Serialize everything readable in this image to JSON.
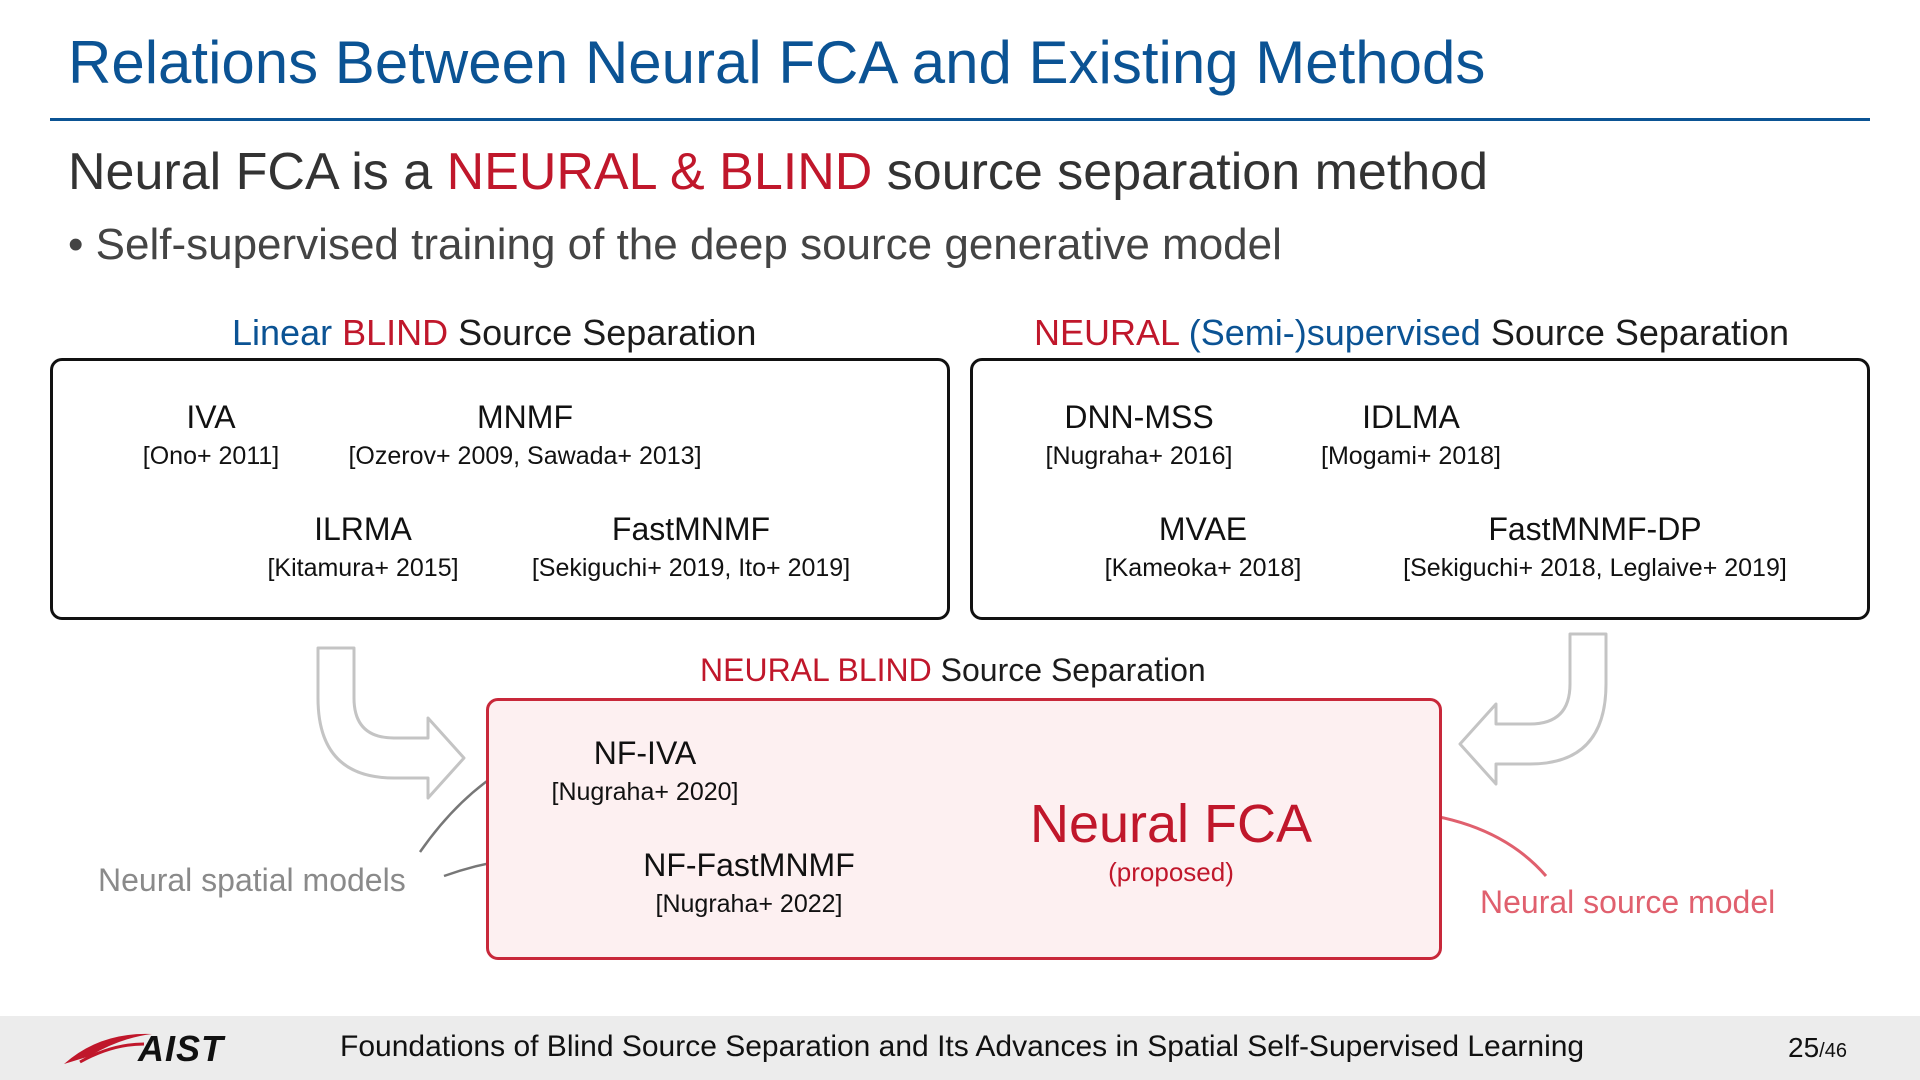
{
  "title": "Relations Between Neural FCA and Existing Methods",
  "headline": {
    "part1": "Neural FCA is a ",
    "part2": "NEURAL & BLIND",
    "part3": " source separation method"
  },
  "bullet": "Self-supervised training of the deep source generative model",
  "linear_section": {
    "label_part1": "Linear",
    "label_part2": "BLIND",
    "label_part3": "Source Separation",
    "methods": [
      {
        "name": "IVA",
        "cite": "[Ono+ 2011]"
      },
      {
        "name": "MNMF",
        "cite": "[Ozerov+ 2009, Sawada+ 2013]"
      },
      {
        "name": "ILRMA",
        "cite": "[Kitamura+ 2015]"
      },
      {
        "name": "FastMNMF",
        "cite": "[Sekiguchi+ 2019, Ito+ 2019]"
      }
    ]
  },
  "supervised_section": {
    "label_part1": "NEURAL",
    "label_part2": "(Semi-)supervised",
    "label_part3": "Source Separation",
    "methods": [
      {
        "name": "DNN-MSS",
        "cite": "[Nugraha+ 2016]"
      },
      {
        "name": "IDLMA",
        "cite": "[Mogami+ 2018]"
      },
      {
        "name": "MVAE",
        "cite": "[Kameoka+ 2018]"
      },
      {
        "name": "FastMNMF-DP",
        "cite": "[Sekiguchi+ 2018, Leglaive+ 2019]"
      }
    ]
  },
  "neural_blind_section": {
    "label_part1": "NEURAL BLIND",
    "label_part2": "Source Separation",
    "methods": [
      {
        "name": "NF-IVA",
        "cite": "[Nugraha+ 2020]"
      },
      {
        "name": "NF-FastMNMF",
        "cite": "[Nugraha+ 2022]"
      }
    ],
    "highlight": {
      "name": "Neural FCA",
      "note": "(proposed)"
    }
  },
  "side_labels": {
    "spatial": "Neural spatial models",
    "source": "Neural source model"
  },
  "footer": {
    "logo": "AIST",
    "text": "Foundations of Blind Source Separation and Its Advances in Spatial Self-Supervised Learning",
    "page": "25",
    "total": "/46"
  },
  "colors": {
    "title_blue": "#0b5394",
    "accent_red": "#c0172b",
    "arrow_gray": "#c4c4c4",
    "side_label_gray": "#8a8a8a",
    "source_label_pink": "#e0606e"
  }
}
